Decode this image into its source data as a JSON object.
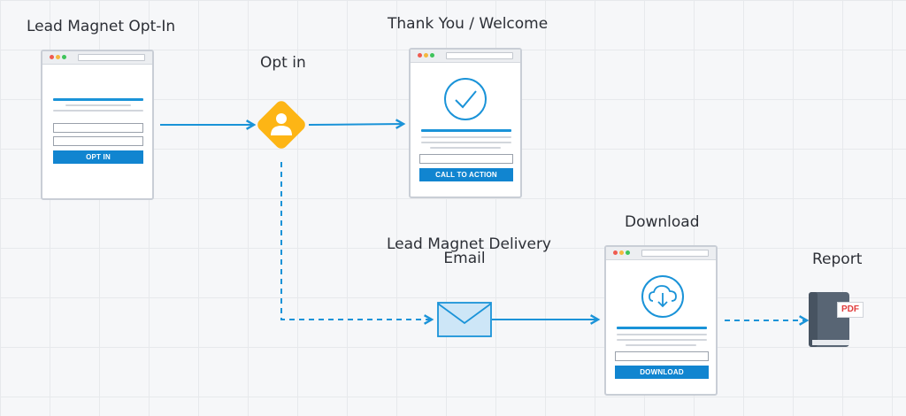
{
  "nodes": {
    "optin_page": {
      "label": "Lead Magnet Opt-In",
      "button": "OPT IN"
    },
    "optin_step": {
      "label": "Opt in",
      "icon": "user-icon"
    },
    "thankyou_page": {
      "label": "Thank You / Welcome",
      "button": "CALL TO ACTION",
      "icon": "check-circle-icon"
    },
    "delivery_email": {
      "label_line1": "Lead Magnet Delivery",
      "label_line2": "Email",
      "icon": "envelope-icon"
    },
    "download_page": {
      "label": "Download",
      "button": "DOWNLOAD",
      "icon": "cloud-download-icon"
    },
    "report": {
      "label": "Report",
      "badge": "PDF",
      "icon": "pdf-book-icon"
    }
  },
  "colors": {
    "accent_blue": "#1a93d8",
    "button_blue": "#1185d0",
    "diamond_yellow": "#fdb515",
    "book_grey": "#586574",
    "pdf_red": "#e03b3b"
  },
  "connections": [
    {
      "from": "optin_page",
      "to": "optin_step",
      "style": "solid"
    },
    {
      "from": "optin_step",
      "to": "thankyou_page",
      "style": "solid"
    },
    {
      "from": "optin_step",
      "to": "delivery_email",
      "style": "dashed"
    },
    {
      "from": "delivery_email",
      "to": "download_page",
      "style": "solid"
    },
    {
      "from": "download_page",
      "to": "report",
      "style": "dashed"
    }
  ]
}
